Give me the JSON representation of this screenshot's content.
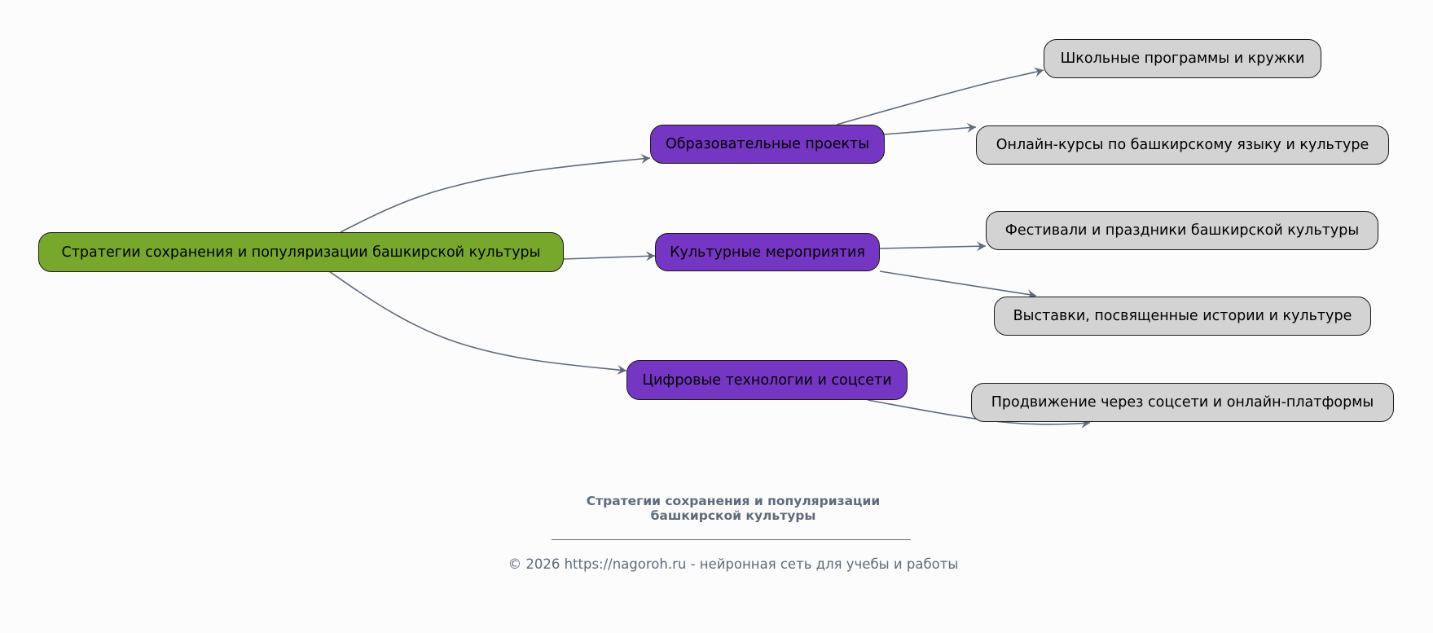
{
  "diagram": {
    "root": {
      "id": "root",
      "label": "Стратегии сохранения и популяризации башкирской культуры",
      "color": "#77a82b"
    },
    "branches": [
      {
        "id": "edu",
        "label": "Образовательные проекты",
        "color": "#7636c4",
        "children": [
          {
            "id": "school",
            "label": "Школьные программы и кружки",
            "color": "#d3d3d3"
          },
          {
            "id": "online",
            "label": "Онлайн-курсы по башкирскому языку и культуре",
            "color": "#d3d3d3"
          }
        ]
      },
      {
        "id": "culture",
        "label": "Культурные мероприятия",
        "color": "#7636c4",
        "children": [
          {
            "id": "festivals",
            "label": "Фестивали и праздники башкирской культуры",
            "color": "#d3d3d3"
          },
          {
            "id": "exhibitions",
            "label": "Выставки, посвященные истории и культуре",
            "color": "#d3d3d3"
          }
        ]
      },
      {
        "id": "digital",
        "label": "Цифровые технологии и соцсети",
        "color": "#7636c4",
        "children": [
          {
            "id": "promo",
            "label": "Продвижение через соцсети и онлайн-платформы",
            "color": "#d3d3d3"
          }
        ]
      }
    ],
    "edges": [
      {
        "from": "root",
        "to": "edu"
      },
      {
        "from": "root",
        "to": "culture"
      },
      {
        "from": "root",
        "to": "digital"
      },
      {
        "from": "edu",
        "to": "school"
      },
      {
        "from": "edu",
        "to": "online"
      },
      {
        "from": "culture",
        "to": "festivals"
      },
      {
        "from": "culture",
        "to": "exhibitions"
      },
      {
        "from": "digital",
        "to": "promo"
      }
    ],
    "edge_color": "#5f6b7a"
  },
  "footer": {
    "title_line1": "Стратегии сохранения и популяризации",
    "title_line2": "башкирской культуры",
    "copyright": "© 2026 https://nagoroh.ru - нейронная сеть для учебы и работы"
  }
}
